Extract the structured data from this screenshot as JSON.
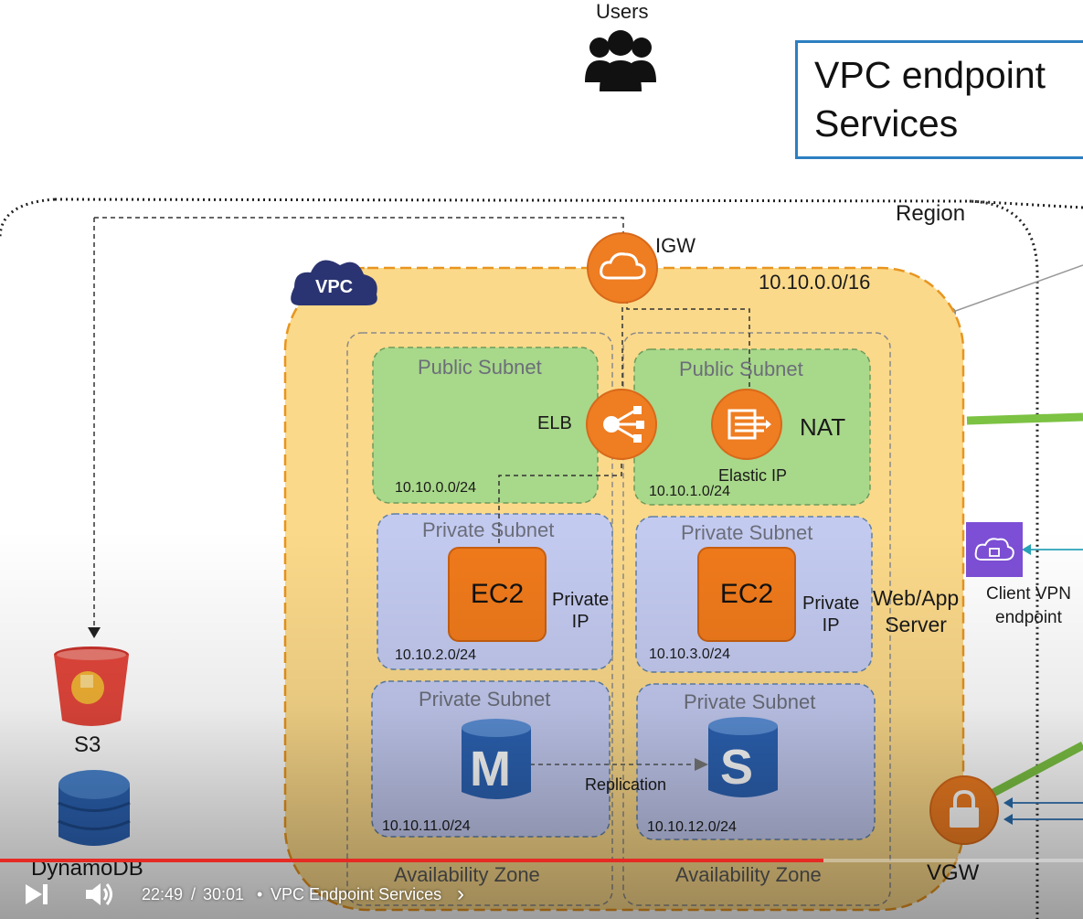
{
  "diagram": {
    "users_label": "Users",
    "title": [
      "VPC endpoint",
      "Services"
    ],
    "region_label": "Region",
    "vpc_badge": "VPC",
    "vpc_cidr": "10.10.0.0/16",
    "igw_label": "IGW",
    "elb_label": "ELB",
    "nat_label": "NAT",
    "elastic_ip_label": "Elastic IP",
    "public_subnets": [
      {
        "title": "Public Subnet",
        "cidr": "10.10.0.0/24"
      },
      {
        "title": "Public Subnet",
        "cidr": "10.10.1.0/24"
      }
    ],
    "app_subnets": [
      {
        "title": "Private Subnet",
        "cidr": "10.10.2.0/24",
        "instance": "EC2",
        "ip_label": [
          "Private",
          "IP"
        ]
      },
      {
        "title": "Private Subnet",
        "cidr": "10.10.3.0/24",
        "instance": "EC2",
        "ip_label": [
          "Private",
          "IP"
        ]
      }
    ],
    "db_subnets": [
      {
        "title": "Private Subnet",
        "cidr": "10.10.11.0/24",
        "db": "M"
      },
      {
        "title": "Private Subnet",
        "cidr": "10.10.12.0/24",
        "db": "S"
      }
    ],
    "replication_label": "Replication",
    "web_app_label": [
      "Web/App",
      "Server"
    ],
    "az_labels": [
      "Availability Zone",
      "Availability Zone"
    ],
    "client_vpn_label": [
      "Client VPN",
      "endpoint"
    ],
    "vgw_label": "VGW",
    "s3_label": "S3",
    "dynamodb_label": "DynamoDB"
  },
  "player": {
    "current_time": "22:49",
    "separator": "/",
    "duration": "30:01",
    "dot": "•",
    "chapter": "VPC Endpoint Services",
    "chevron": "›",
    "progress_fraction": 0.76,
    "progress_color": "#e52b24"
  },
  "colors": {
    "vpc_fill": "#fbd98a",
    "vpc_border": "#e8951f",
    "public_subnet": "#a8d88a",
    "private_subnet": "#c3caf0",
    "aws_orange": "#ef7d22",
    "title_border": "#2d7fc1",
    "green_link": "#7cc243"
  }
}
